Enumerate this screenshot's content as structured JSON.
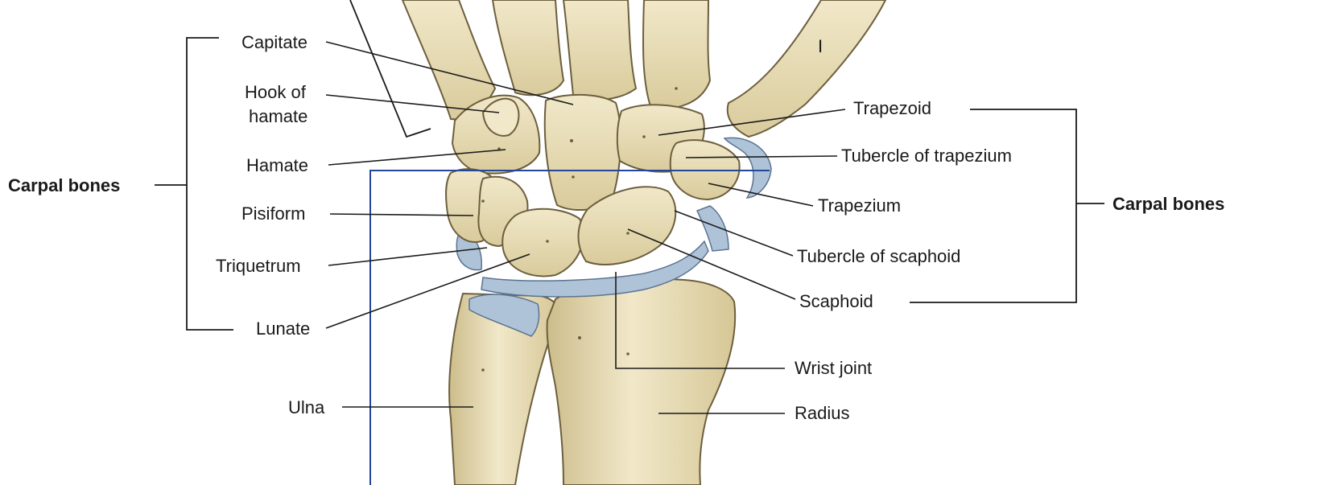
{
  "colors": {
    "bone_fill": "#e8dcb4",
    "bone_light": "#f1e8c9",
    "bone_shadow": "#cdbd8c",
    "cartilage": "#aec3d8",
    "guide_line": "#24479a",
    "text": "#1a1a1a"
  },
  "labels": {
    "capitate": "Capitate",
    "hook_of_hamate_line1": "Hook of",
    "hook_of_hamate_line2": "hamate",
    "hamate": "Hamate",
    "pisiform": "Pisiform",
    "triquetrum": "Triquetrum",
    "lunate": "Lunate",
    "ulna": "Ulna",
    "trapezoid": "Trapezoid",
    "tubercle_of_trapezium": "Tubercle of trapezium",
    "trapezium": "Trapezium",
    "tubercle_of_scaphoid": "Tubercle of scaphoid",
    "scaphoid": "Scaphoid",
    "wrist_joint": "Wrist joint",
    "radius": "Radius",
    "group_left": "Carpal bones",
    "group_right": "Carpal bones",
    "metacarpal_numeral": "I"
  }
}
